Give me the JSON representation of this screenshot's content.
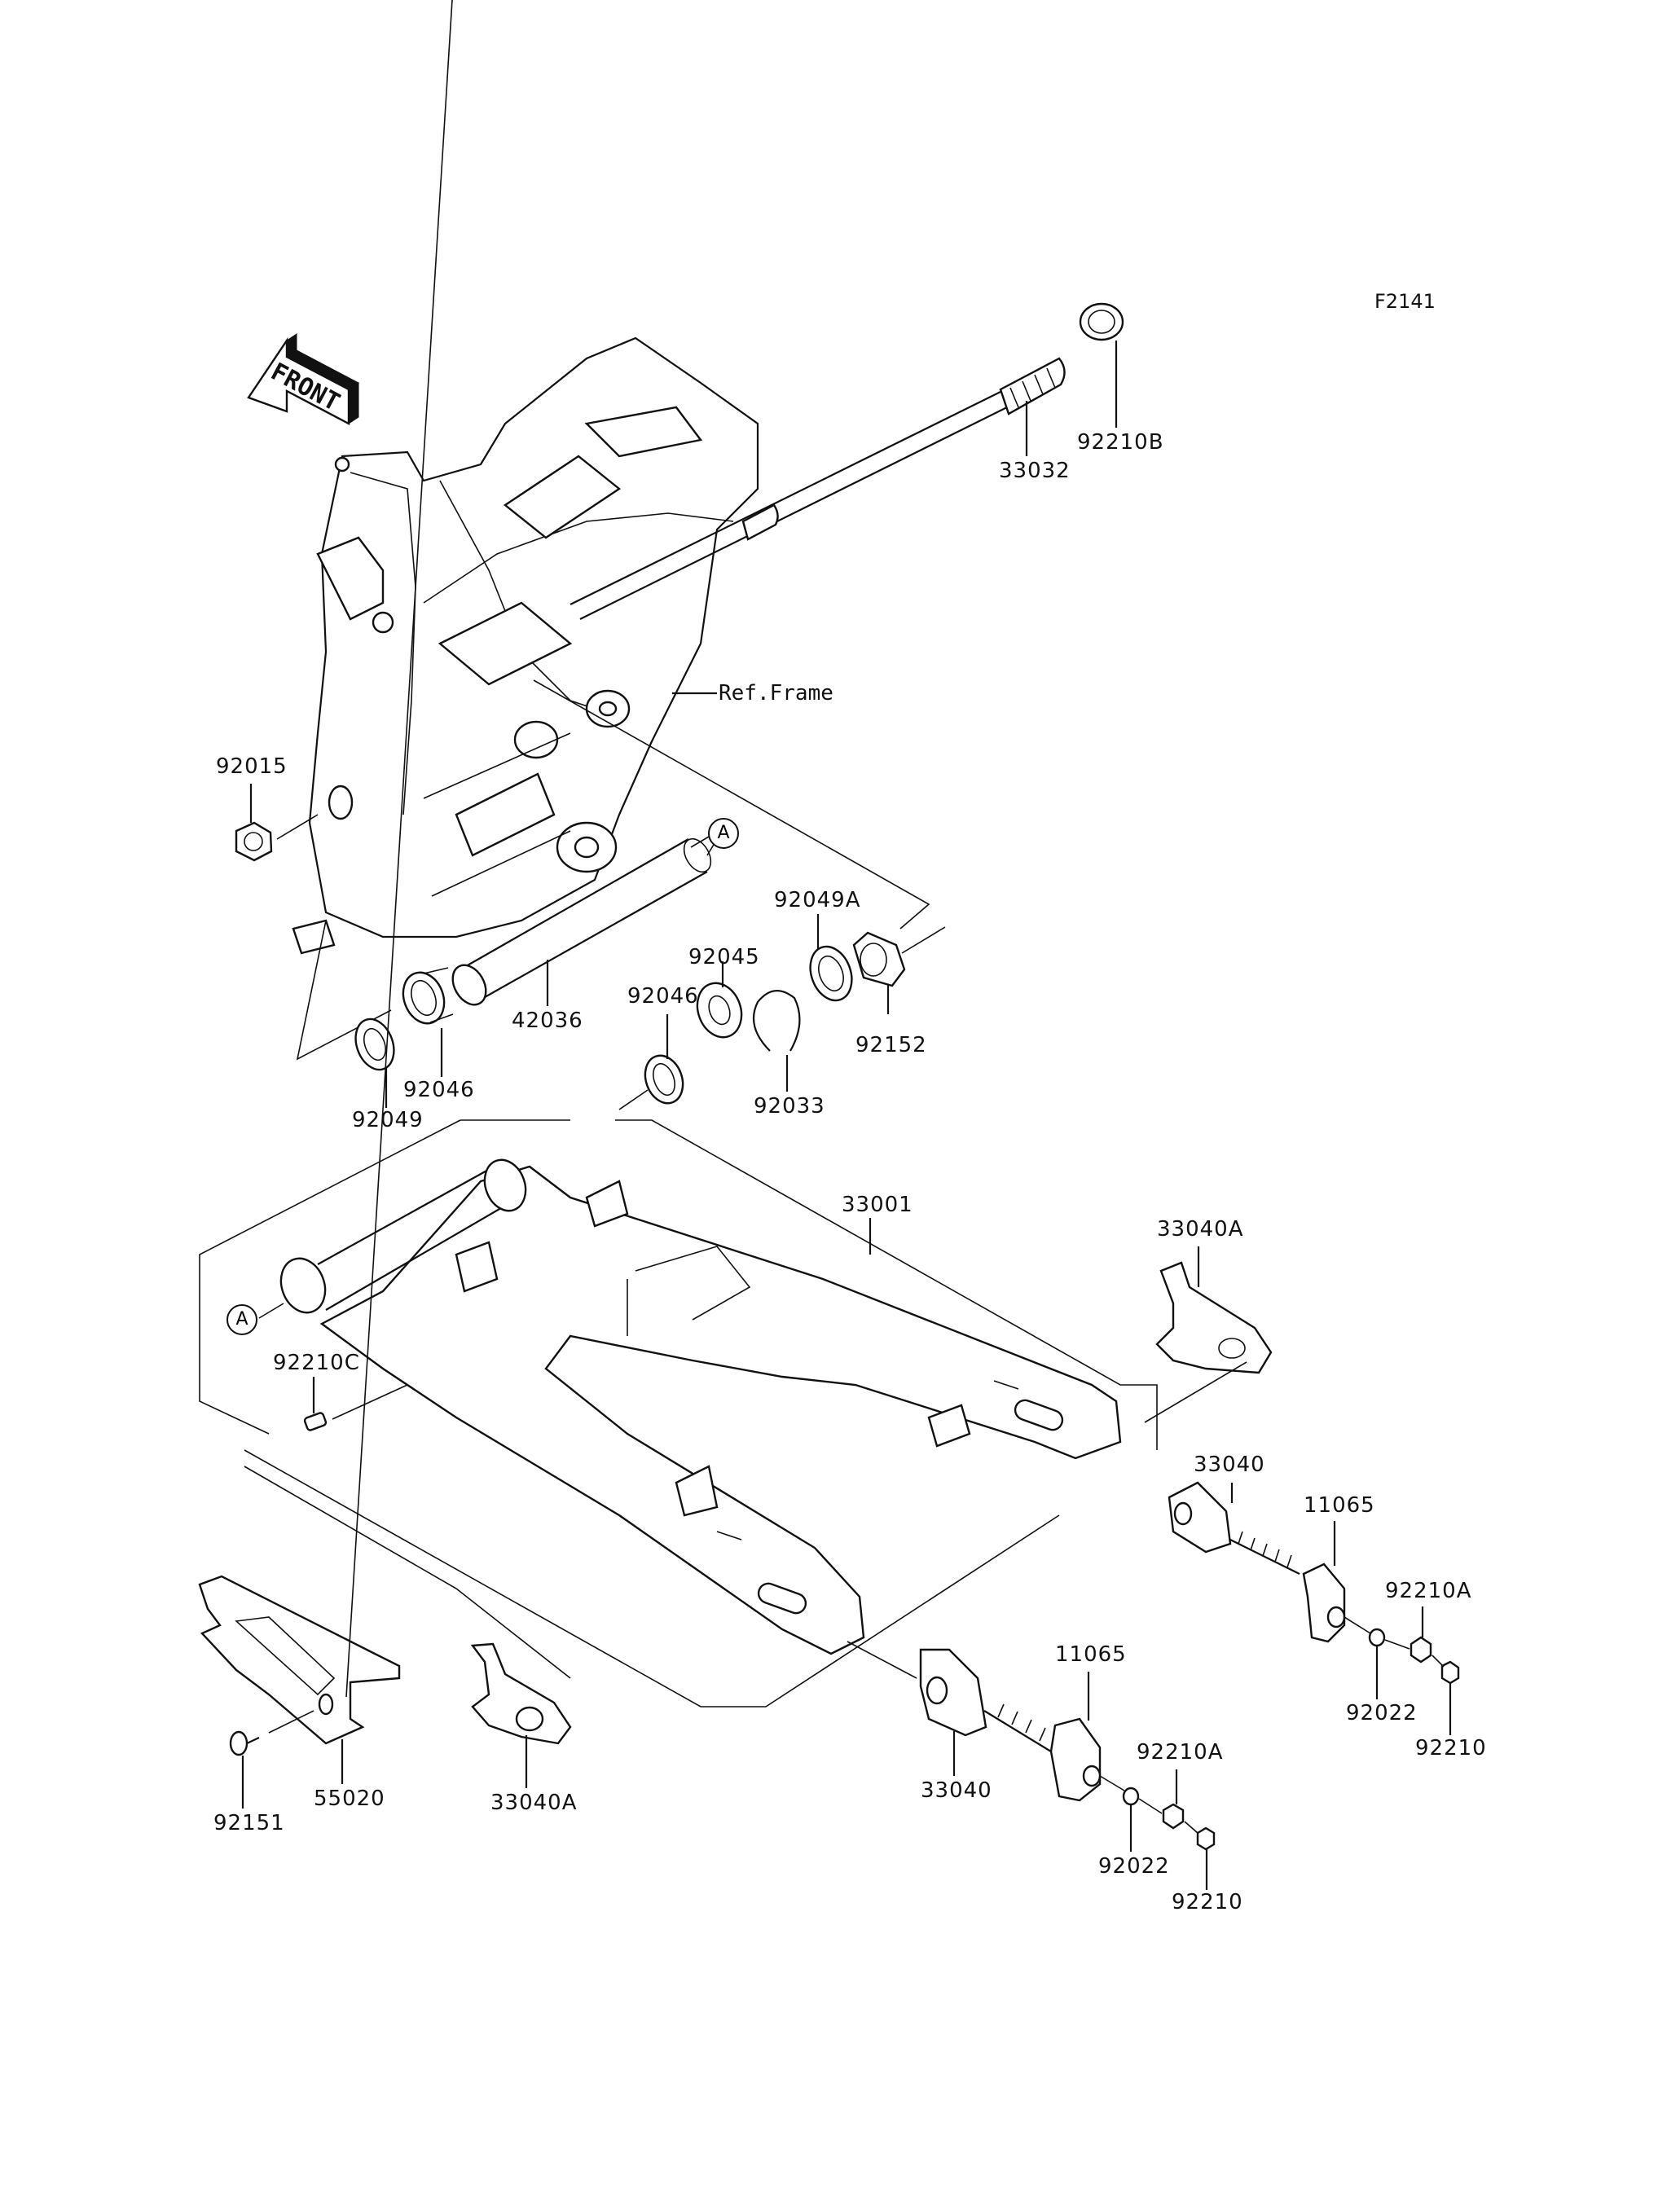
{
  "figure_code": "F2141",
  "front_arrow": {
    "text": "FRONT",
    "icon": "front-direction-arrow-icon"
  },
  "reference_label": "Ref.Frame",
  "connector_marks": [
    "A",
    "A"
  ],
  "parts": [
    {
      "id": "33032",
      "name": "swingarm-pivot-shaft"
    },
    {
      "id": "92210B",
      "name": "pivot-nut"
    },
    {
      "id": "92015",
      "name": "nut"
    },
    {
      "id": "92049A",
      "name": "seal"
    },
    {
      "id": "92045",
      "name": "ball-bearing"
    },
    {
      "id": "92046",
      "name": "needle-bearing-upper"
    },
    {
      "id": "92033",
      "name": "circlip"
    },
    {
      "id": "92152",
      "name": "adjuster-collar"
    },
    {
      "id": "42036",
      "name": "sleeve"
    },
    {
      "id": "92046",
      "name": "needle-bearing-lower"
    },
    {
      "id": "92049",
      "name": "seal"
    },
    {
      "id": "33001",
      "name": "swingarm"
    },
    {
      "id": "33040A",
      "name": "chain-adjuster-plate-right"
    },
    {
      "id": "92210C",
      "name": "plug"
    },
    {
      "id": "33040",
      "name": "chain-adjuster-right"
    },
    {
      "id": "11065",
      "name": "cap-right"
    },
    {
      "id": "92210A",
      "name": "nut-right"
    },
    {
      "id": "92022",
      "name": "washer-right"
    },
    {
      "id": "92210",
      "name": "nut-lock-right"
    },
    {
      "id": "55020",
      "name": "chain-guard"
    },
    {
      "id": "92151",
      "name": "bolt"
    },
    {
      "id": "33040A",
      "name": "chain-adjuster-plate-left"
    },
    {
      "id": "33040",
      "name": "chain-adjuster-left"
    },
    {
      "id": "11065",
      "name": "cap-left"
    },
    {
      "id": "92210A",
      "name": "nut-left"
    },
    {
      "id": "92022",
      "name": "washer-left"
    },
    {
      "id": "92210",
      "name": "nut-lock-left"
    }
  ]
}
